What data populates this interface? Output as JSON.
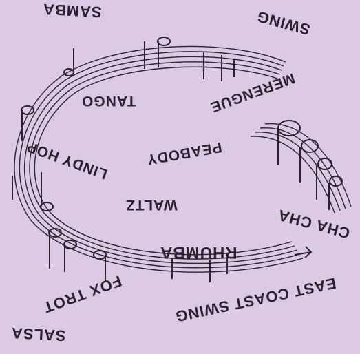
{
  "colors": {
    "background": "#dcc9e4",
    "ink": "#2b2230"
  },
  "icons": [
    "music-staff-icon",
    "music-note-icon",
    "arrow-icon"
  ],
  "dances": {
    "samba": "SAMBA",
    "swing": "SWING",
    "tango": "TANGO",
    "merengue": "MERENGUE",
    "peabody": "PEABODY",
    "lindy_hop": "LINDY HOP",
    "waltz": "WALTZ",
    "cha_cha": "CHA CHA",
    "rhumba": "RHUMBA",
    "fox_trot": "FOX TROT",
    "east_coast_swing": "EAST COAST SWING",
    "salsa": "SALSA"
  }
}
